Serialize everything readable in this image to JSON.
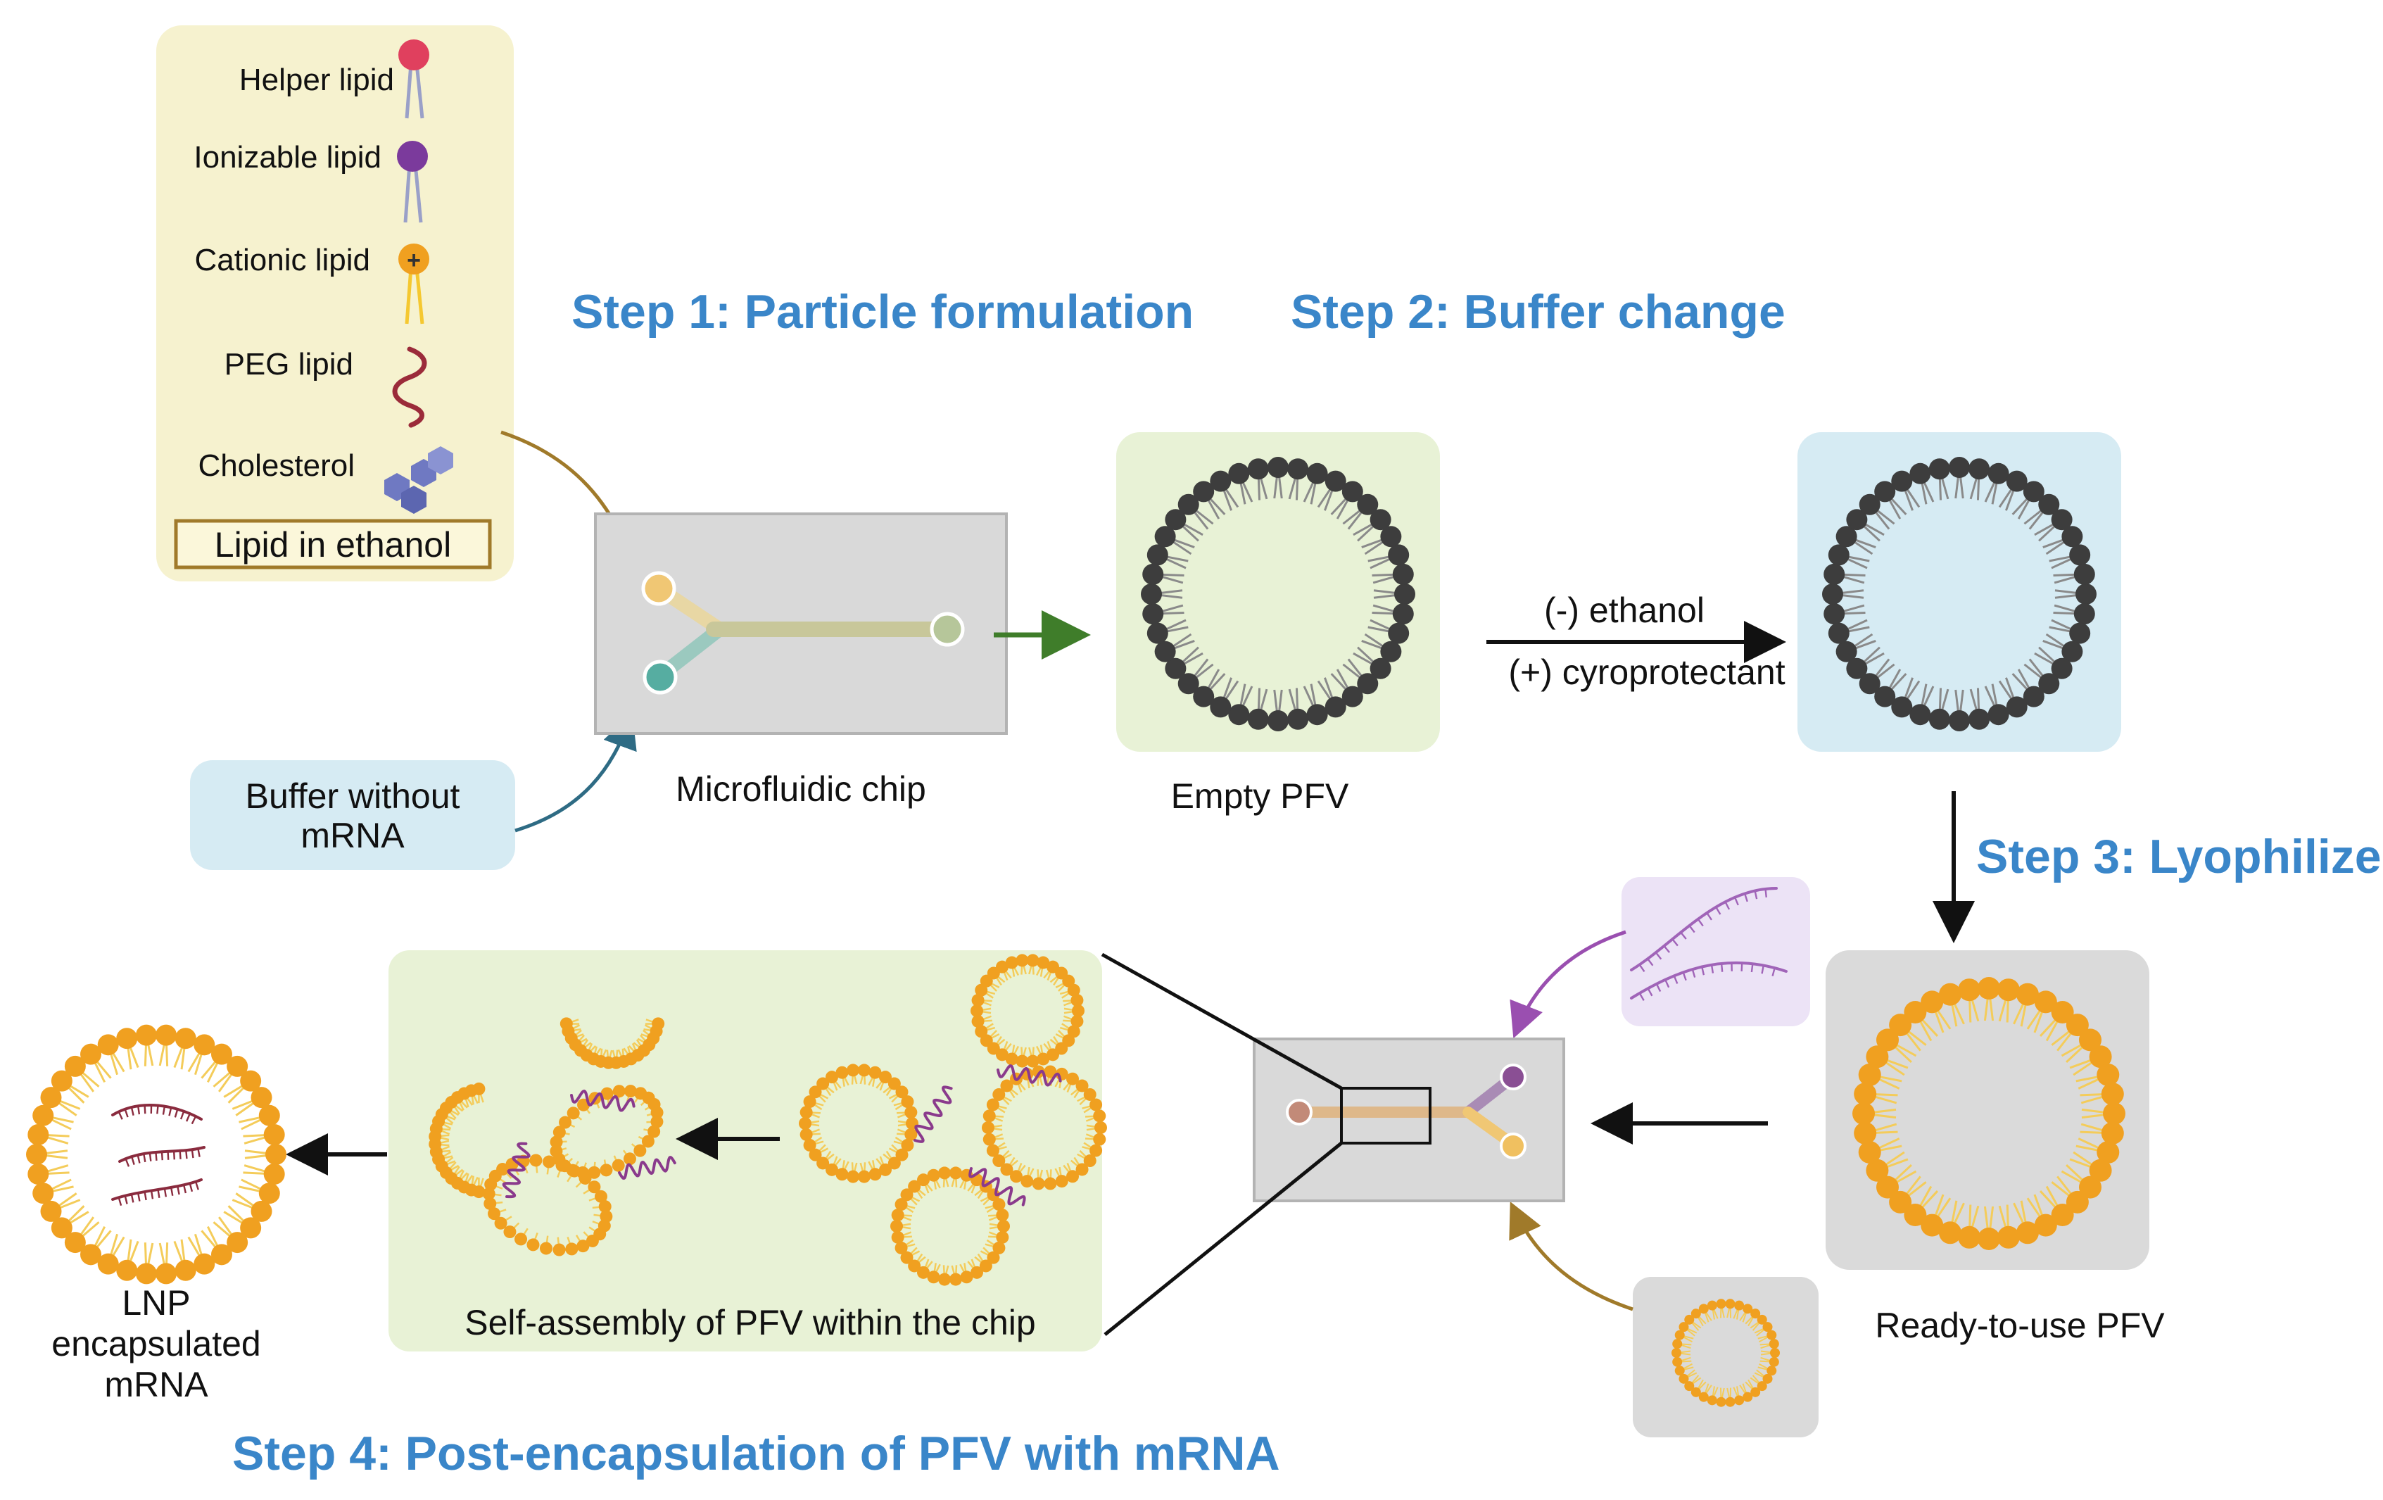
{
  "legend": {
    "items": [
      {
        "label": "Helper lipid",
        "icon": "helper-lipid-icon",
        "color": "#e0405e"
      },
      {
        "label": "Ionizable lipid",
        "icon": "ionizable-lipid-icon",
        "color": "#7b3a9c"
      },
      {
        "label": "Cationic lipid",
        "icon": "cationic-lipid-icon",
        "color": "#f0a020",
        "symbol": "+"
      },
      {
        "label": "PEG lipid",
        "icon": "peg-lipid-icon",
        "color": "#9b2b3a"
      },
      {
        "label": "Cholesterol",
        "icon": "cholesterol-icon",
        "color": "#6f79c2"
      }
    ],
    "footer": "Lipid in ethanol"
  },
  "buffer_box": {
    "line1": "Buffer without",
    "line2": "mRNA"
  },
  "steps": {
    "step1": "Step 1: Particle formulation",
    "step2": "Step 2: Buffer change",
    "step3": "Step 3: Lyophilize",
    "step4": "Step 4: Post-encapsulation of PFV with mRNA"
  },
  "labels": {
    "microfluidic_chip": "Microfluidic chip",
    "empty_pfv": "Empty PFV",
    "minus_ethanol": "(-) ethanol",
    "plus_cryo": "(+) cyroprotectant",
    "ready_pfv": "Ready-to-use PFV",
    "self_assembly": "Self-assembly of PFV within the chip",
    "lnp_1": "LNP",
    "lnp_2": "encapsulated",
    "lnp_3": "mRNA"
  },
  "colors": {
    "step_blue": "#3a86c9",
    "legend_bg": "#f6f2cf",
    "green_panel": "#e8f2d6",
    "blue_panel": "#d6ebf3",
    "gray_panel": "#dadada",
    "lipid_dark": "#3d3d3d",
    "lipid_orange": "#f0a020",
    "mrna_purple": "#8a3a8c"
  }
}
